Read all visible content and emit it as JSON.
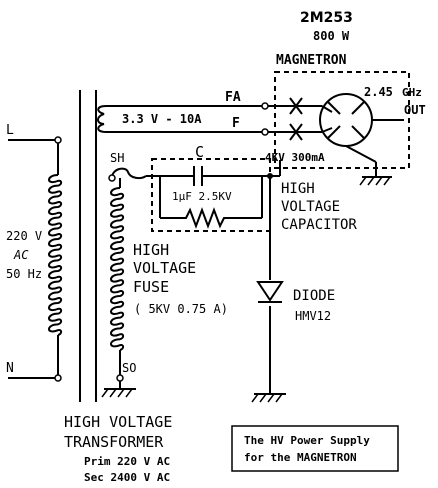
{
  "magnetron": {
    "model": "2M253",
    "power": "800 W",
    "title": "MAGNETRON",
    "freq": "2.45",
    "freq_unit": "GHz",
    "out": "OUT",
    "voltage": "4KV 300mA"
  },
  "filament": {
    "fa": "FA",
    "f": "F",
    "rating": "3.3 V - 10A"
  },
  "primary": {
    "l": "L",
    "n": "N",
    "voltage": "220 V",
    "ac": "AC",
    "freq": "50 Hz"
  },
  "fuse": {
    "sh": "SH",
    "so": "SO",
    "line1": "HIGH",
    "line2": "VOLTAGE",
    "line3": "FUSE",
    "rating": "( 5KV 0.75 A)"
  },
  "capacitor": {
    "letter": "C",
    "value": "1µF 2.5KV",
    "line1": "HIGH",
    "line2": "VOLTAGE",
    "line3": "CAPACITOR"
  },
  "diode": {
    "label": "DIODE",
    "model": "HMV12"
  },
  "transformer": {
    "line1": "HIGH VOLTAGE",
    "line2": "TRANSFORMER",
    "prim": "Prim 220 V AC",
    "sec": "Sec 2400 V AC"
  },
  "caption": {
    "line1": "The HV Power Supply",
    "line2": "for the MAGNETRON"
  }
}
